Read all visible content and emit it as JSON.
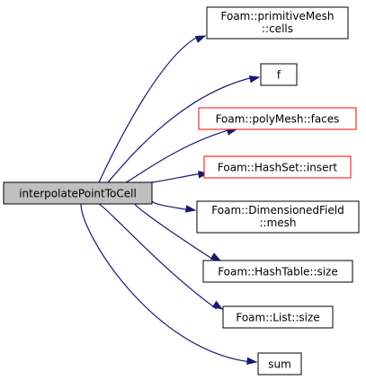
{
  "graph": {
    "root": {
      "label": "interpolatePointToCell",
      "fill": "#bfbfbf",
      "border": "#000000"
    },
    "callees": [
      {
        "lines": [
          "Foam::primitiveMesh",
          "::cells"
        ],
        "border": "#000000"
      },
      {
        "lines": [
          "f"
        ],
        "border": "#000000"
      },
      {
        "lines": [
          "Foam::polyMesh::faces"
        ],
        "border": "#ff0000"
      },
      {
        "lines": [
          "Foam::HashSet::insert"
        ],
        "border": "#ff0000"
      },
      {
        "lines": [
          "Foam::DimensionedField",
          "::mesh"
        ],
        "border": "#000000"
      },
      {
        "lines": [
          "Foam::HashTable::size"
        ],
        "border": "#000000"
      },
      {
        "lines": [
          "Foam::List::size"
        ],
        "border": "#000000"
      },
      {
        "lines": [
          "sum"
        ],
        "border": "#000000"
      }
    ],
    "edge_color": "#191970"
  }
}
